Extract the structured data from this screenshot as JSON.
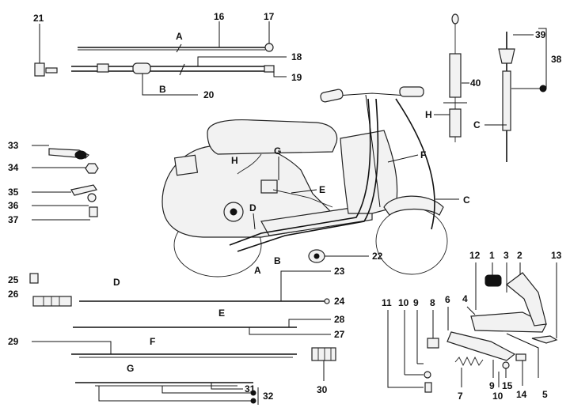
{
  "colors": {
    "ink": "#111111",
    "paper": "#ffffff",
    "shade": "#f2f2f2"
  },
  "labels": {
    "n1": "1",
    "n2": "2",
    "n3": "3",
    "n4": "4",
    "n5": "5",
    "n6": "6",
    "n7": "7",
    "n8": "8",
    "n9": "9",
    "n9b": "9",
    "n10": "10",
    "n10b": "10",
    "n11": "11",
    "n12": "12",
    "n13": "13",
    "n14": "14",
    "n15": "15",
    "n16": "16",
    "n17": "17",
    "n18": "18",
    "n19": "19",
    "n20": "20",
    "n21": "21",
    "n22": "22",
    "n23": "23",
    "n24": "24",
    "n25": "25",
    "n26": "26",
    "n27": "27",
    "n28": "28",
    "n29": "29",
    "n30": "30",
    "n31": "31",
    "n32": "32",
    "n33": "33",
    "n34": "34",
    "n35": "35",
    "n36": "36",
    "n37": "37",
    "n38": "38",
    "n39": "39",
    "n40": "40",
    "letA_top": "A",
    "letB_top": "B",
    "letH_mid": "H",
    "letC_right": "C",
    "letG_scooter": "G",
    "letH_scooter": "H",
    "letF_scooter": "F",
    "letE_scooter": "E",
    "letD_scooter": "D",
    "letC_scooter": "C",
    "letA_scooter": "A",
    "letB_scooter": "B",
    "letD_cable": "D",
    "letE_cable": "E",
    "letF_cable": "F",
    "letG_cable": "G"
  }
}
